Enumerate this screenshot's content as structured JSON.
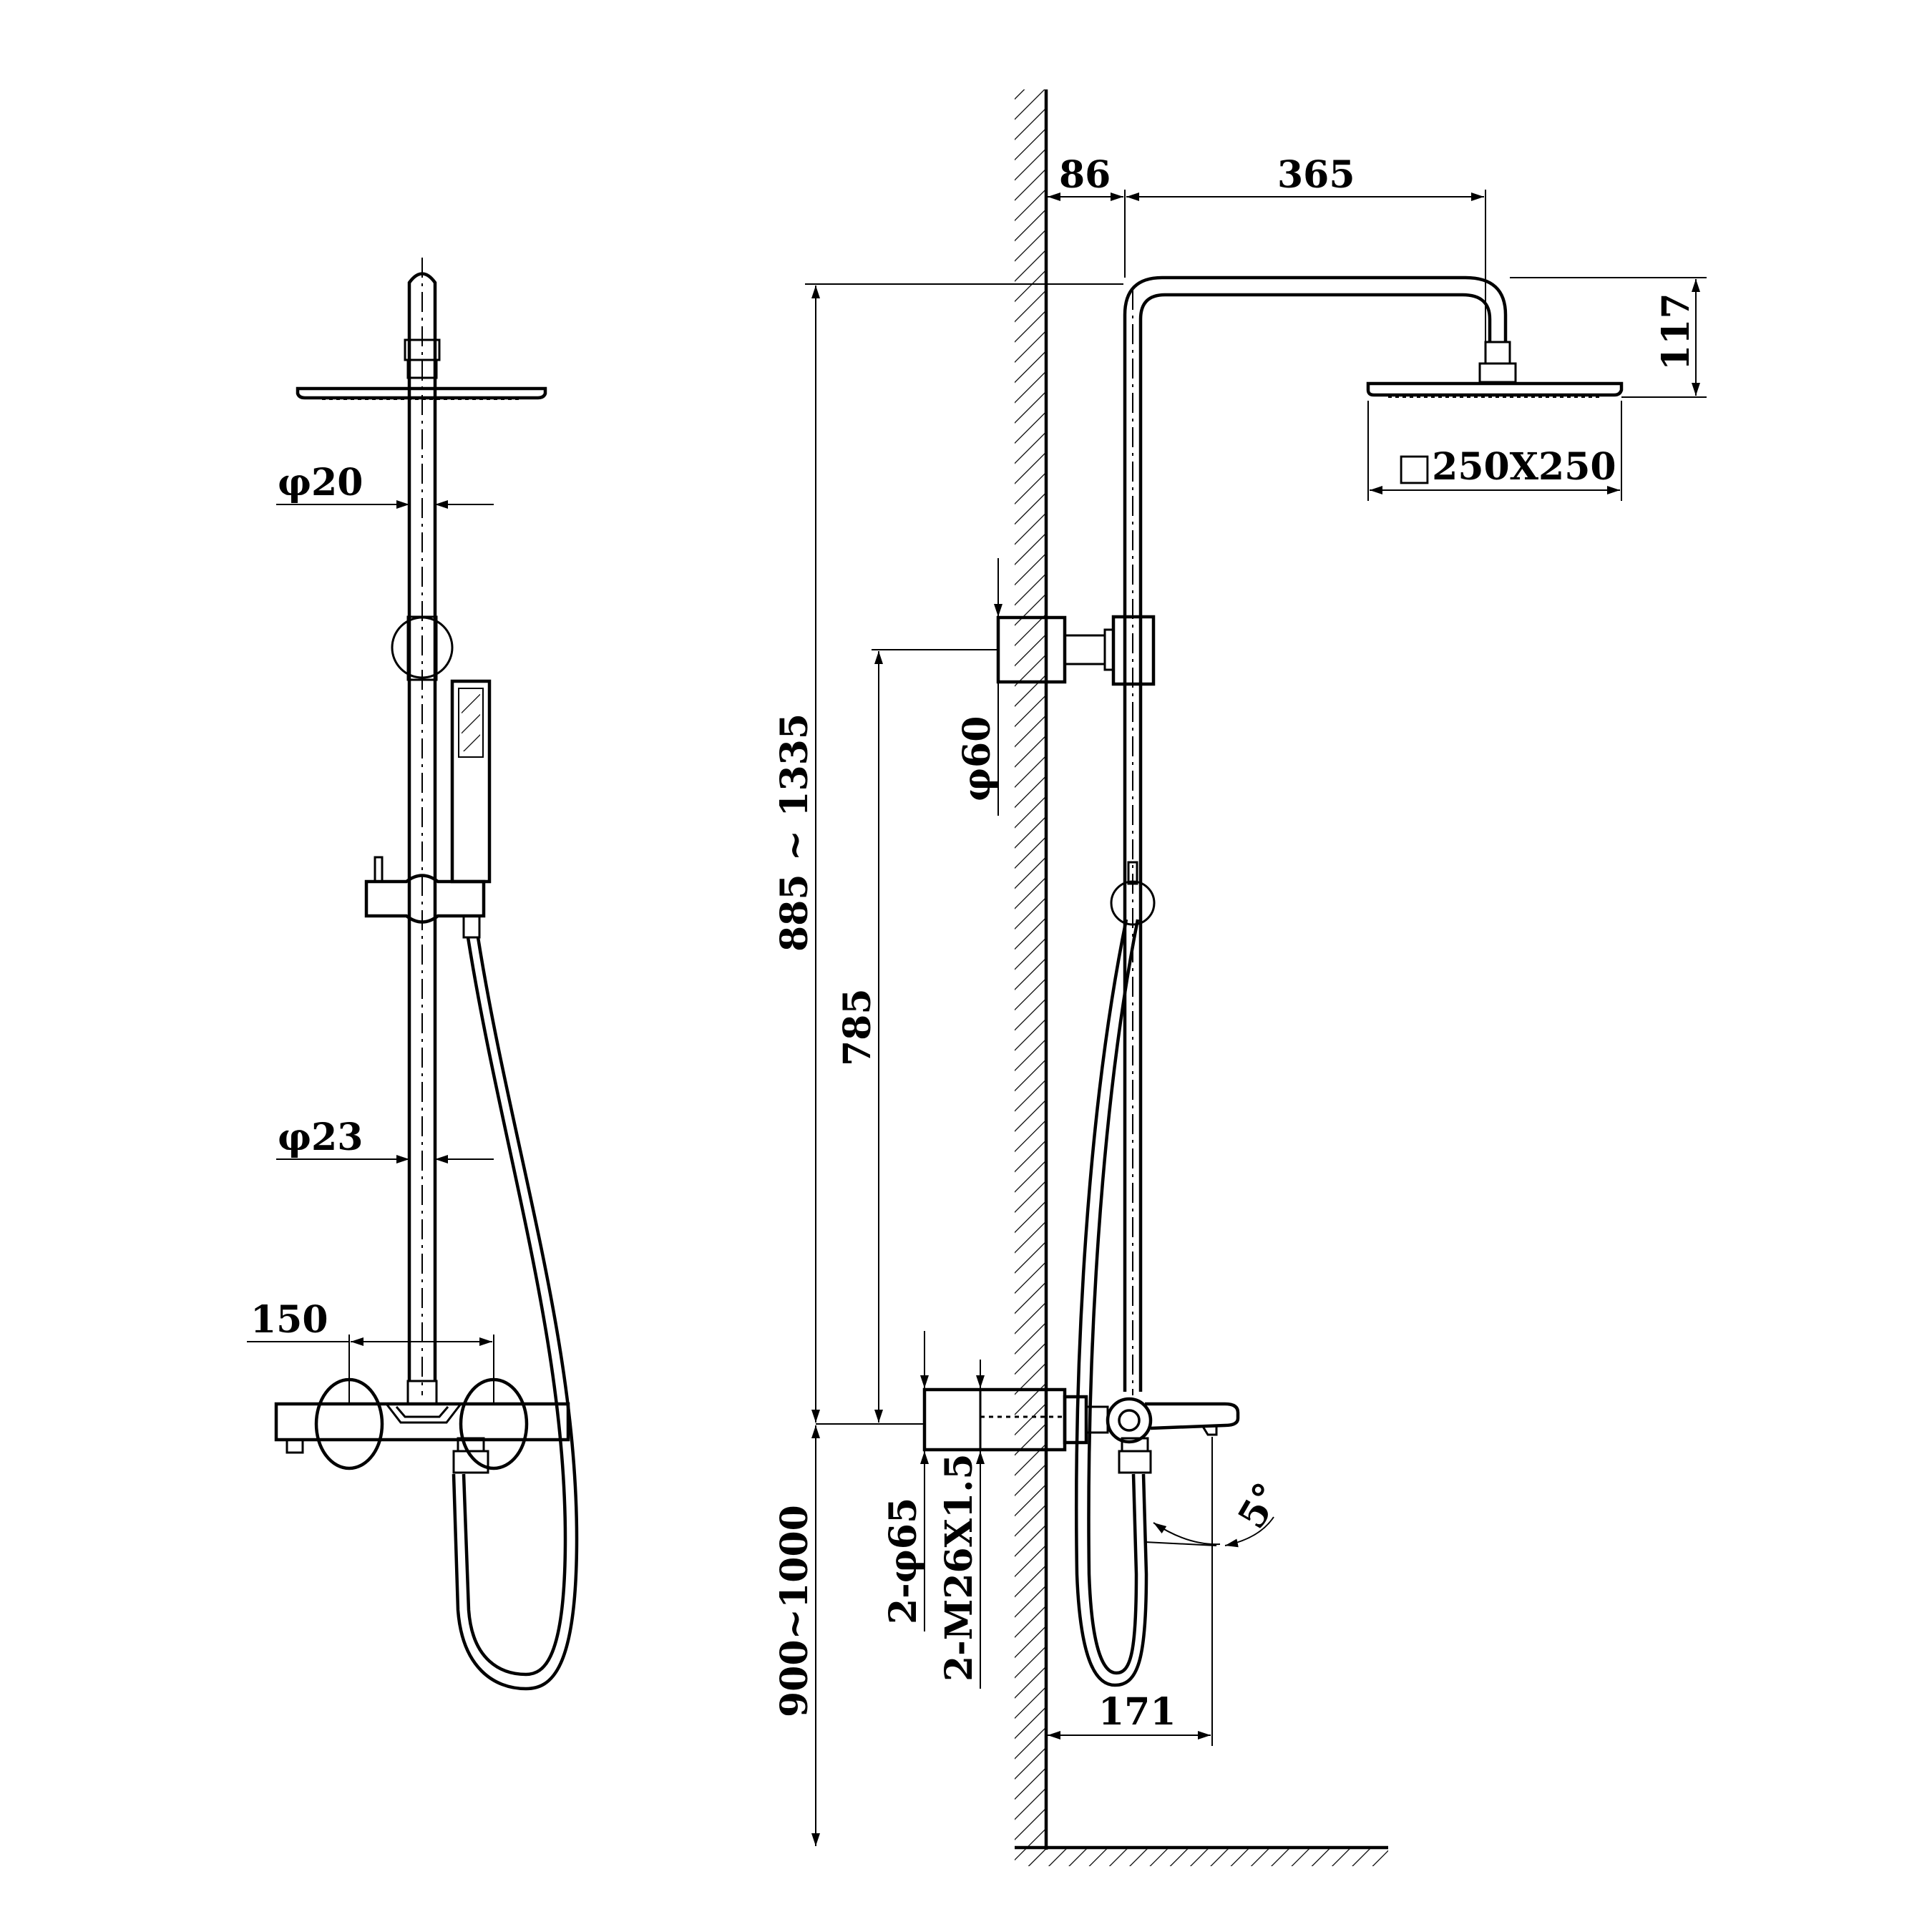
{
  "labels": {
    "d_rail_upper": "φ20",
    "d_rail_lower": "φ23",
    "d_spacing": "150",
    "d_wall_offset": "86",
    "d_arm_length": "365",
    "d_head_drop": "117",
    "d_head_size": "□250X250",
    "d_bracket": "φ60",
    "d_height_range": "885 ~ 1335",
    "d_bracket_height": "785",
    "d_mixer_floor": "900~1000",
    "d_inlets": "2-φ65",
    "d_thread": "2-M26X1.5",
    "d_spout_reach": "171",
    "d_spout_angle": "5°"
  },
  "icons": [
    "front-view",
    "side-view",
    "wall-hatch",
    "floor-hatch",
    "dimension-arrows"
  ]
}
